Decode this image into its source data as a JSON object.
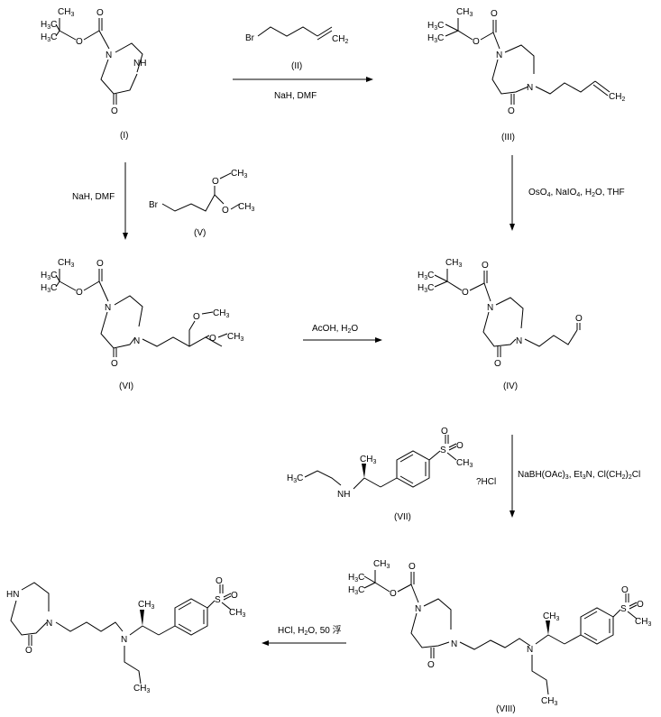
{
  "atoms": {
    "tbu_c": "C",
    "h3": "H",
    "three": "3",
    "o": "O",
    "n": "N",
    "nh": "NH",
    "hn": "HN",
    "br": "Br",
    "ch2": "CH",
    "ch3": "CH",
    "h3c": "H",
    "s": "S",
    "two": "2"
  },
  "compounds": {
    "c1": "(I)",
    "c2": "(II)",
    "c3": "(III)",
    "c4": "(IV)",
    "c5": "(V)",
    "c6": "(VI)",
    "c7": "(VII)",
    "c8": "(VIII)"
  },
  "conditions": {
    "r1": "NaH, DMF",
    "r2_main": "OsO",
    "r2_rest": ", NaIO",
    "r2_tail": ", H",
    "r2_end": "O, THF",
    "r3": "NaH, DMF",
    "r4_a": "AcOH, H",
    "r4_b": "O",
    "r5_a": "NaBH(OAc)",
    "r5_b": ", Et",
    "r5_c": "N, Cl(CH",
    "r5_d": ")",
    "r5_e": "Cl",
    "r6_a": "HCl, H",
    "r6_b": "O, 50 ",
    "r6_c": "浮",
    "hcl_salt": "?HCl"
  }
}
